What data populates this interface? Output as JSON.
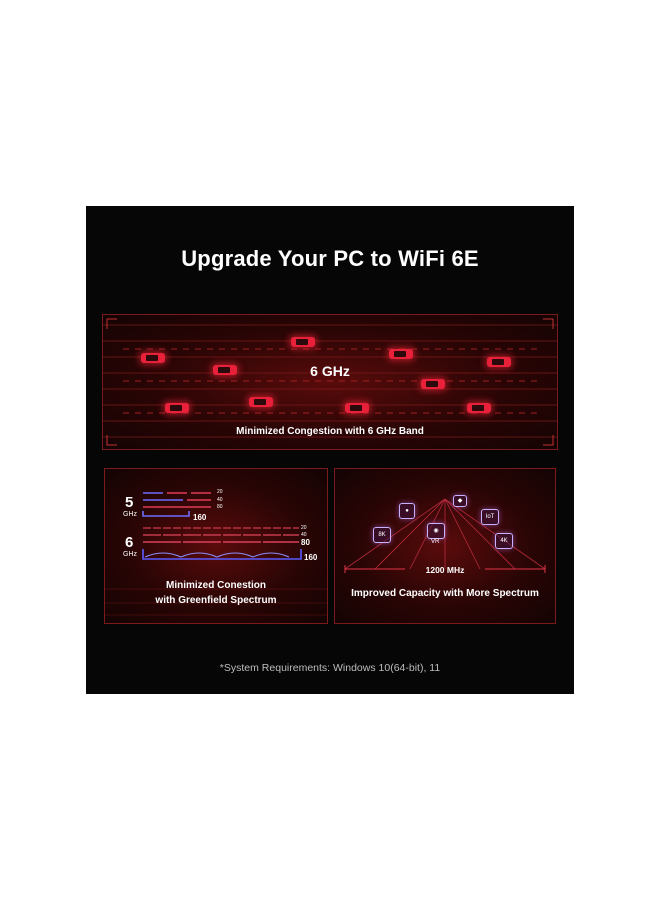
{
  "title": "Upgrade Your PC to WiFi 6E",
  "top_panel": {
    "band": "6 GHz",
    "caption": "Minimized Congestion with 6 GHz Band"
  },
  "left_panel": {
    "band_5": {
      "num": "5",
      "unit": "GHz",
      "widths": [
        "20",
        "40",
        "80",
        "160"
      ]
    },
    "band_6": {
      "num": "6",
      "unit": "GHz",
      "widths": [
        "20",
        "40",
        "80",
        "160"
      ]
    },
    "caption_line1": "Minimized Conestion",
    "caption_line2": "with Greenfield Spectrum"
  },
  "right_panel": {
    "spectrum": "1200 MHz",
    "caption": "Improved Capacity with More Spectrum",
    "icons": [
      "8K",
      "VR",
      "IoT",
      "4K"
    ]
  },
  "footnote": "*System Requirements: Windows 10(64-bit), 11",
  "colors": {
    "background": "#060606",
    "accent_red": "#e8203a",
    "blue": "#4b55ff"
  }
}
